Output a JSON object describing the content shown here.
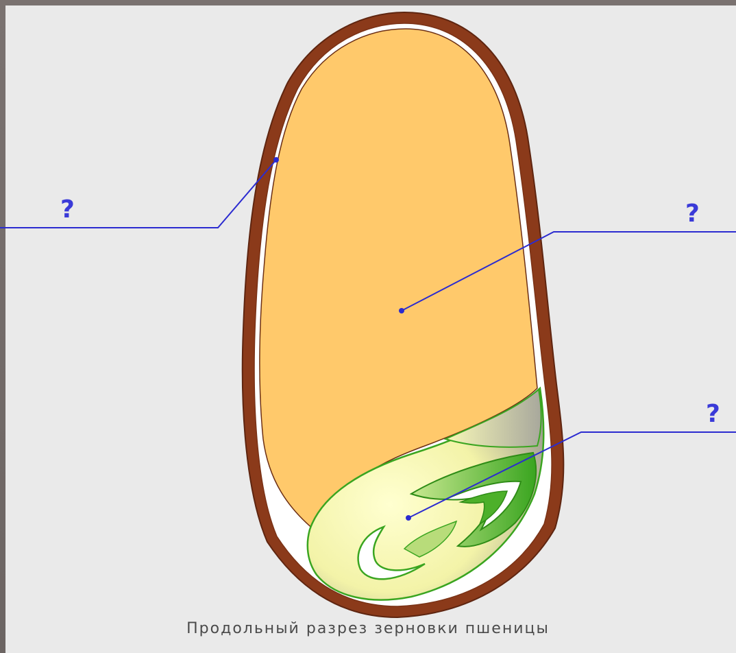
{
  "diagram": {
    "caption": "Продольный разрез зерновки пшеницы",
    "callouts": [
      {
        "id": "seed-coat",
        "text": "?"
      },
      {
        "id": "endosperm",
        "text": "?"
      },
      {
        "id": "embryo",
        "text": "?"
      }
    ],
    "colors": {
      "seed_coat": "#8a3a1a",
      "endosperm": "#ffc96b",
      "embryo": "#5fbf3c",
      "leader_line": "#2b2bd0",
      "question_mark": "#3a3ad8"
    }
  }
}
